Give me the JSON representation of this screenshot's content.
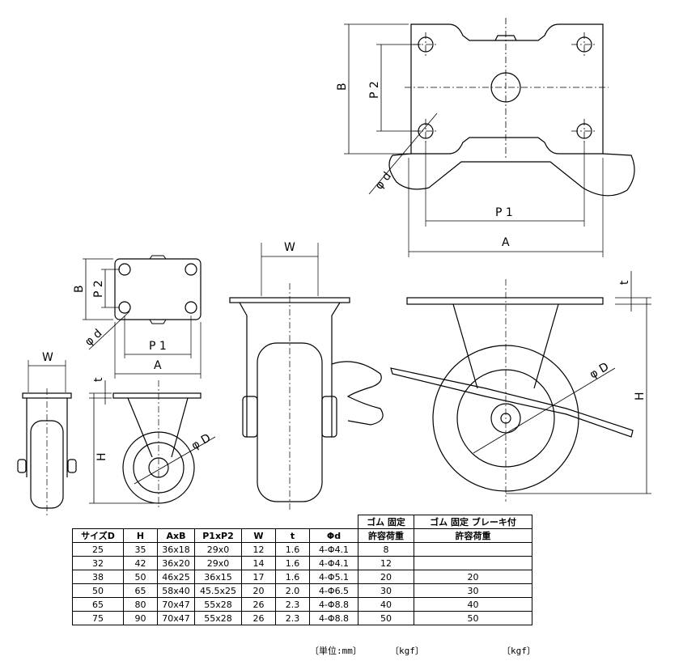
{
  "dimension_labels": {
    "A": "A",
    "B": "B",
    "P1": "P 1",
    "P2": "P 2",
    "W": "W",
    "H": "H",
    "t": "t",
    "phi_d": "φ d",
    "phi_D": "φ D"
  },
  "table": {
    "group_header_fixed": "ゴム 固定",
    "group_header_brake": "ゴム 固定 ブレーキ付",
    "columns": [
      "サイズD",
      "H",
      "AxB",
      "P1xP2",
      "W",
      "t",
      "Φd",
      "許容荷重",
      "許容荷重"
    ],
    "rows": [
      [
        "25",
        "35",
        "36x18",
        "29x0",
        "12",
        "1.6",
        "4-Φ4.1",
        "8",
        ""
      ],
      [
        "32",
        "42",
        "36x20",
        "29x0",
        "14",
        "1.6",
        "4-Φ4.1",
        "12",
        ""
      ],
      [
        "38",
        "50",
        "46x25",
        "36x15",
        "17",
        "1.6",
        "4-Φ5.1",
        "20",
        "20"
      ],
      [
        "50",
        "65",
        "58x40",
        "45.5x25",
        "20",
        "2.0",
        "4-Φ6.5",
        "30",
        "30"
      ],
      [
        "65",
        "80",
        "70x47",
        "55x28",
        "26",
        "2.3",
        "4-Φ8.8",
        "40",
        "40"
      ],
      [
        "75",
        "90",
        "70x47",
        "55x28",
        "26",
        "2.3",
        "4-Φ8.8",
        "50",
        "50"
      ]
    ]
  },
  "units": {
    "mm": "〔単位:mm〕",
    "kgf_fixed": "〔kgf〕",
    "kgf_brake": "〔kgf〕"
  }
}
